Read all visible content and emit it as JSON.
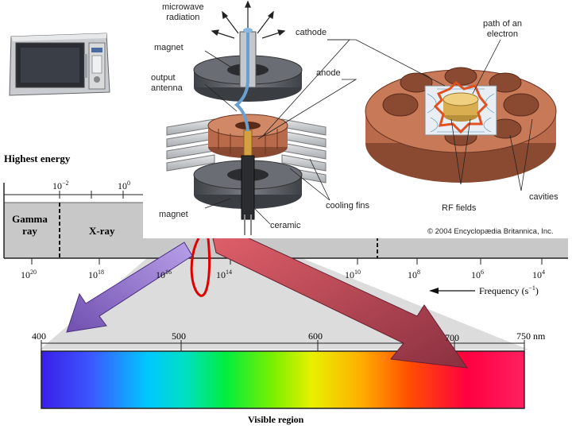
{
  "spectrum": {
    "heading": "Highest energy",
    "wavelength_ticks": [
      {
        "base": "10",
        "exp": "−2"
      },
      {
        "base": "10",
        "exp": "0"
      }
    ],
    "bands": [
      {
        "label_lines": [
          "Gamma",
          "ray"
        ]
      },
      {
        "label_lines": [
          "X-ray"
        ]
      }
    ],
    "frequency_ticks": [
      {
        "base": "10",
        "exp": "20"
      },
      {
        "base": "10",
        "exp": "18"
      },
      {
        "base": "10",
        "exp": "16"
      },
      {
        "base": "10",
        "exp": "14"
      },
      {
        "base": "10",
        "exp": "10"
      },
      {
        "base": "10",
        "exp": "8"
      },
      {
        "base": "10",
        "exp": "6"
      },
      {
        "base": "10",
        "exp": "4"
      }
    ],
    "frequency_axis_label": "Frequency (s",
    "frequency_axis_exp": "−1",
    "frequency_axis_close": ")"
  },
  "visible": {
    "ticks": [
      "400",
      "500",
      "600",
      "700",
      "750 nm"
    ],
    "caption": "Visible region"
  },
  "diagram": {
    "labels": {
      "microwave_radiation": [
        "microwave",
        "radiation"
      ],
      "magnet_top": "magnet",
      "output_antenna": [
        "output",
        "antenna"
      ],
      "cathode": "cathode",
      "anode": "anode",
      "path_of_electron": [
        "path of an",
        "electron"
      ],
      "cooling_fins": "cooling fins",
      "magnet_bottom": "magnet",
      "ceramic": "ceramic",
      "rf_fields": "RF fields",
      "cavities": "cavities"
    },
    "copyright": "© 2004 Encyclopædia Britannica, Inc."
  },
  "colors": {
    "copper": "#b86a4a",
    "magnet_gray": "#55585e",
    "band_gray": "#c8c8c8",
    "purple_arrow": "#9b7fd0",
    "red_arrow": "#b8505a"
  }
}
